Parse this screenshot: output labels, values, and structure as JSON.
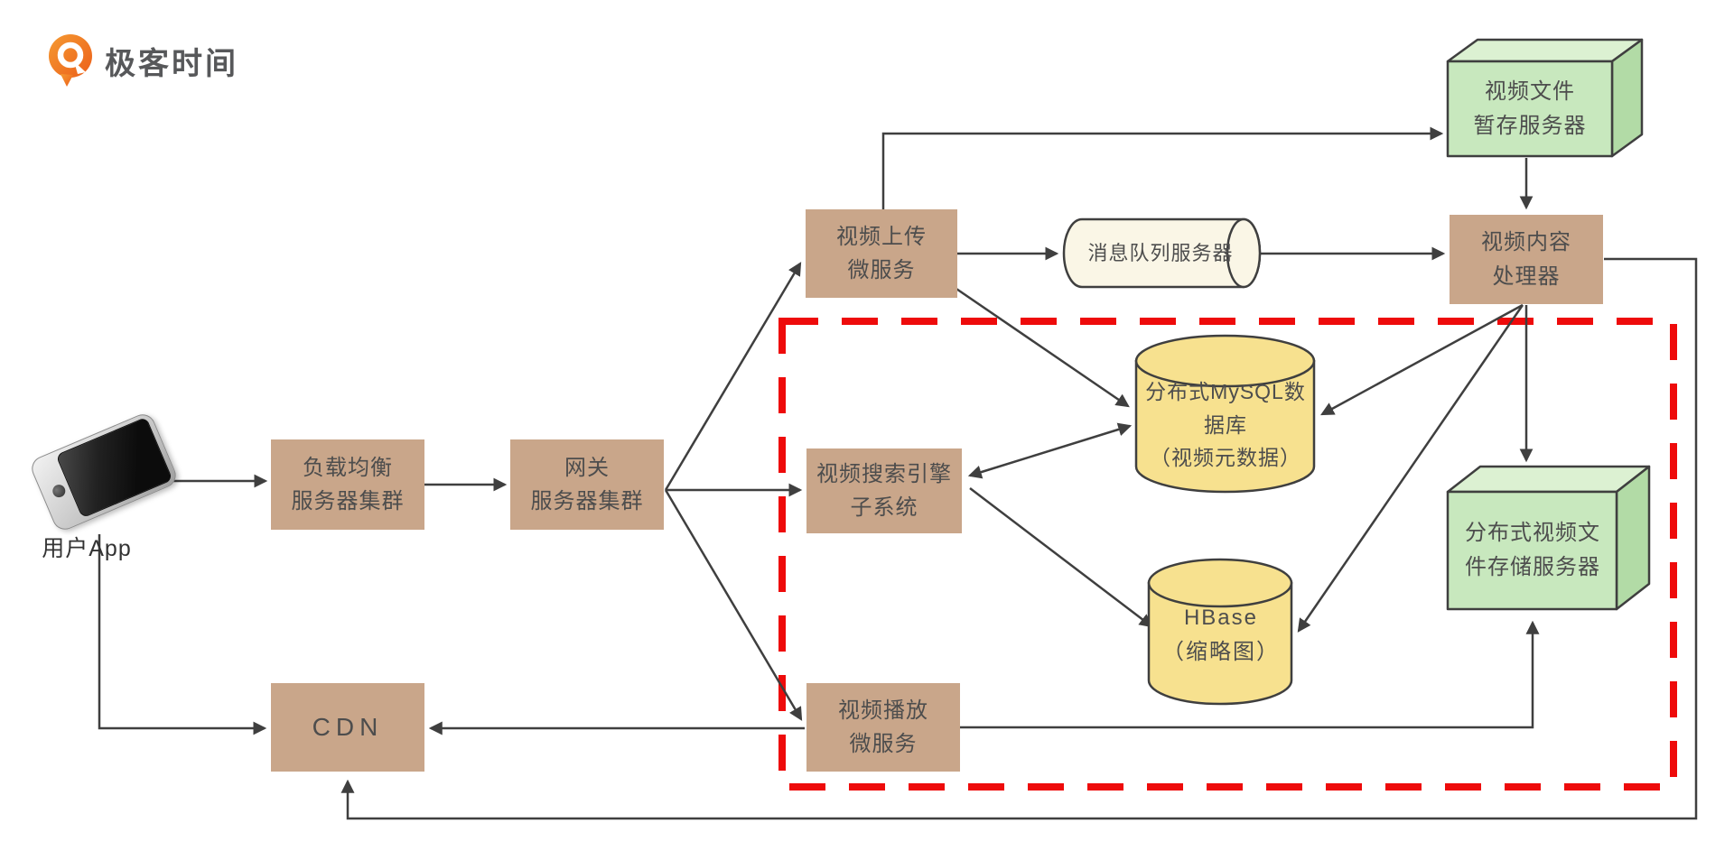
{
  "header": {
    "logo_text": "极客时间",
    "logo_icon": "geektime-pin-icon"
  },
  "nodes": {
    "user_app": "用户App",
    "load_balancer": "负载均衡\n服务器集群",
    "gateway": "网关\n服务器集群",
    "upload_service": "视频上传\n微服务",
    "message_queue": "消息队列服务器",
    "temp_storage": "视频文件\n暂存服务器",
    "content_processor": "视频内容\n处理器",
    "mysql_db": "分布式MySQL数\n据库\n（视频元数据）",
    "search_engine": "视频搜索引擎\n子系统",
    "hbase": "HBase\n（缩略图）",
    "video_storage": "分布式视频文\n件存储服务器",
    "playback_service": "视频播放\n微服务",
    "cdn": "CDN"
  },
  "colors": {
    "node_fill": "#C9A68A",
    "cylinder_cream": "#FAF6E6",
    "cylinder_yellow": "#F7E18F",
    "green_box_front": "#C8E8BE",
    "green_box_top": "#DCF1D2",
    "green_box_side": "#B2DBA6",
    "connector_line": "#3F3F3F",
    "dashed_boundary": "#EE0B0B",
    "node_text": "#4D4D4D",
    "logo_orange": "#F0722B"
  }
}
